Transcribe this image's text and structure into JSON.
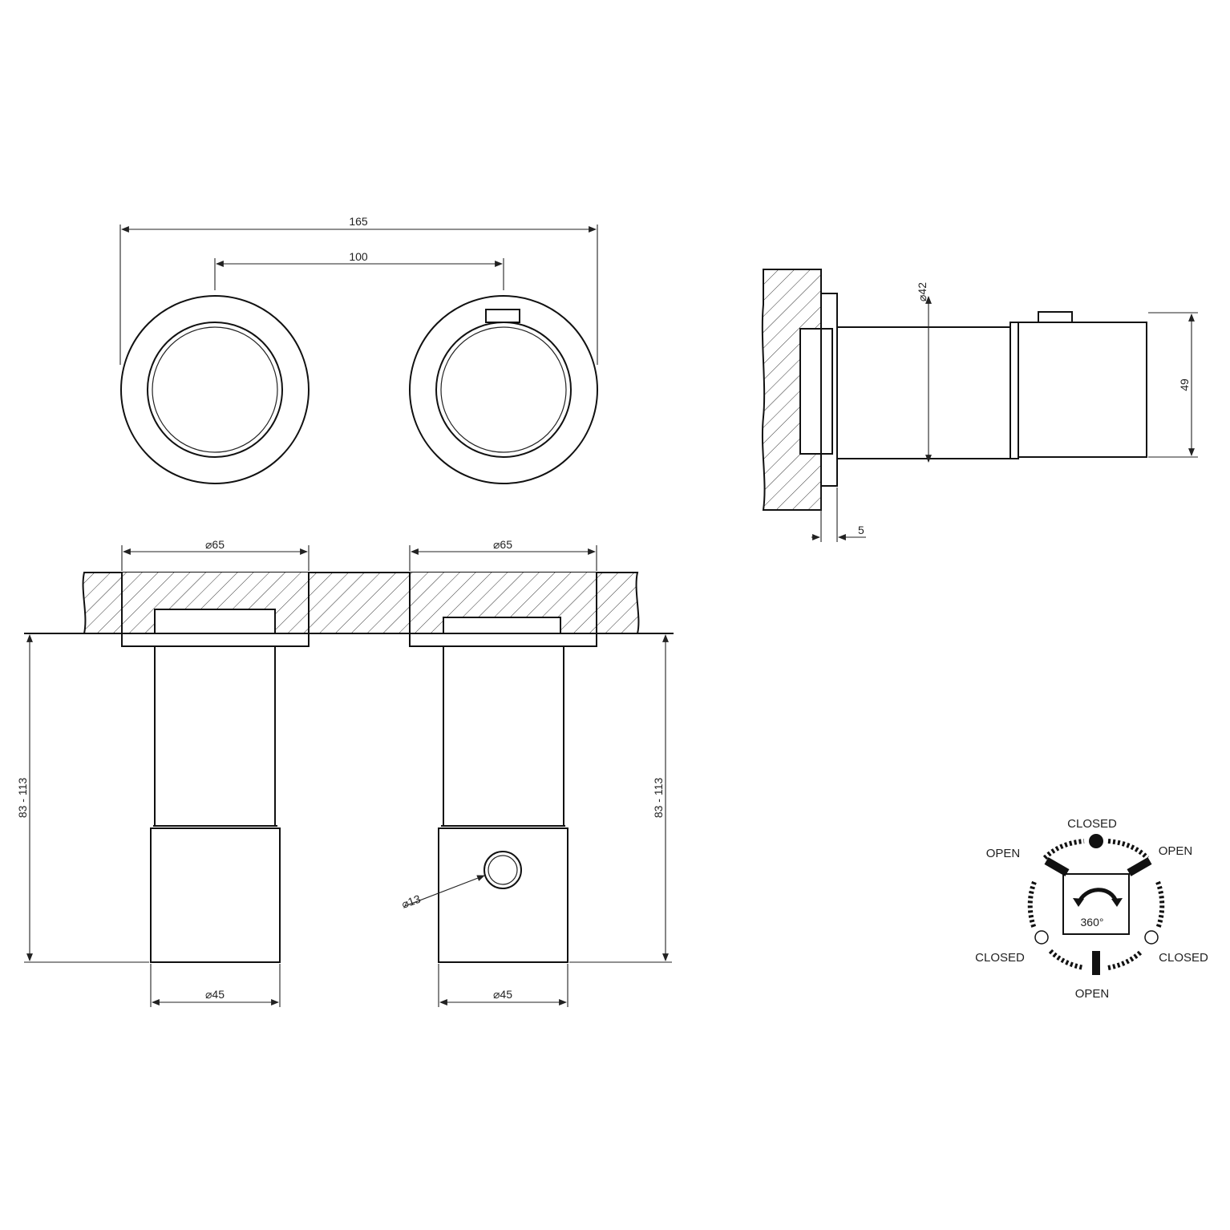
{
  "front_view": {
    "dim_overall_width": "165",
    "dim_center_distance": "100"
  },
  "bottom_view": {
    "dim_flange_left": "65",
    "dim_flange_right": "65",
    "dim_body_left": "45",
    "dim_body_right": "45",
    "dim_depth_left": "83 - 113",
    "dim_depth_right": "83 - 113",
    "dim_outlet": "13",
    "diameter_symbol": "⌀"
  },
  "side_view": {
    "dim_body_diameter": "42",
    "dim_height": "49",
    "dim_plate_thickness": "5",
    "diameter_symbol": "⌀"
  },
  "rotation_diagram": {
    "label_top": "CLOSED",
    "label_upper_left": "OPEN",
    "label_upper_right": "OPEN",
    "label_lower_left": "CLOSED",
    "label_lower_right": "CLOSED",
    "label_bottom": "OPEN",
    "rotation_label": "360°"
  }
}
